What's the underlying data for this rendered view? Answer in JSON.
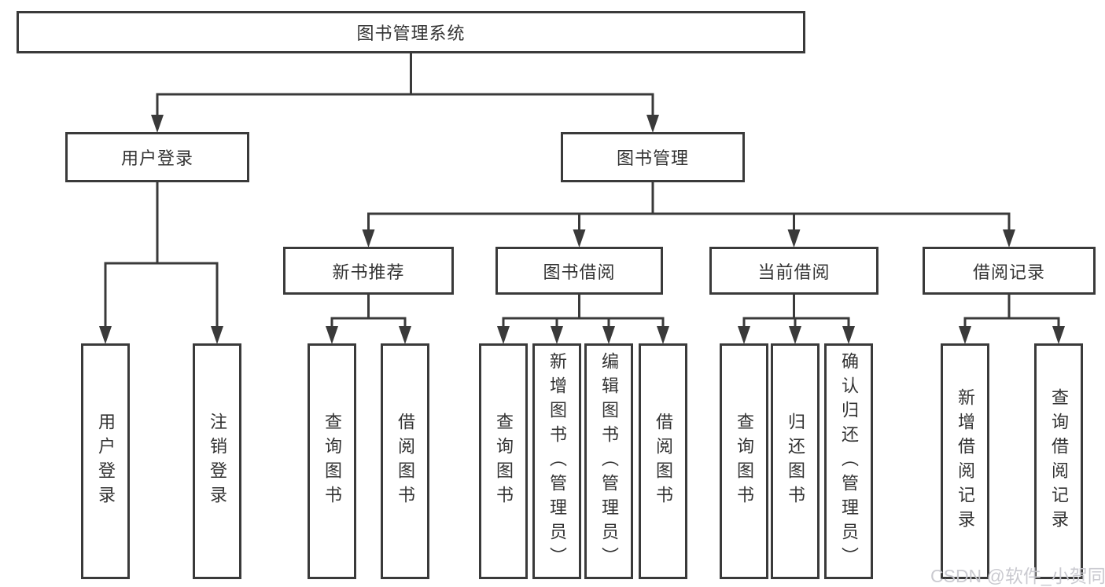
{
  "tree": {
    "root": {
      "label": "图书管理系统",
      "children": [
        {
          "label": "用户登录",
          "children": [
            {
              "label": "用户登录"
            },
            {
              "label": "注销登录"
            }
          ]
        },
        {
          "label": "图书管理",
          "children": [
            {
              "label": "新书推荐",
              "children": [
                {
                  "label": "查询图书"
                },
                {
                  "label": "借阅图书"
                }
              ]
            },
            {
              "label": "图书借阅",
              "children": [
                {
                  "label": "查询图书"
                },
                {
                  "label": "新增图书（管理员）"
                },
                {
                  "label": "编辑图书（管理员）"
                },
                {
                  "label": "借阅图书"
                }
              ]
            },
            {
              "label": "当前借阅",
              "children": [
                {
                  "label": "查询图书"
                },
                {
                  "label": "归还图书"
                },
                {
                  "label": "确认归还（管理员）"
                }
              ]
            },
            {
              "label": "借阅记录",
              "children": [
                {
                  "label": "新增借阅记录"
                },
                {
                  "label": "查询借阅记录"
                }
              ]
            }
          ]
        }
      ]
    }
  },
  "colors": {
    "line": "#3a3a3a",
    "text": "#333333",
    "background": "#ffffff",
    "watermark": "#c7c7cd"
  },
  "watermark": {
    "text": "CSDN @软件_小贺同学"
  }
}
